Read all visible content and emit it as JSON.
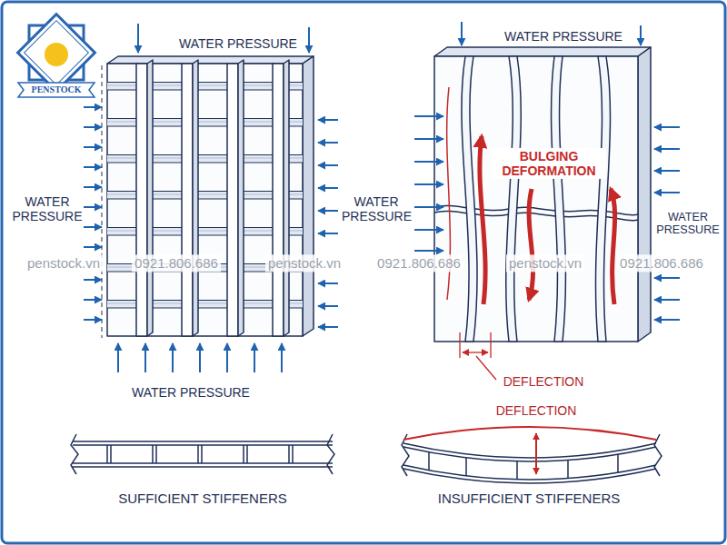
{
  "diagram": {
    "labels": [
      "PENSTOCK",
      "WATER PRESSURE",
      "WATER PRESSURE",
      "WATER PRESSURE",
      "WATER PRESSURE",
      "BULGING DEFORMATION",
      "WATER PRESSURE",
      "WATER PRESSURE",
      "DEFLECTION",
      "DEFLECTION",
      "SUFFICIENT STIFFENERS",
      "INSUFFICIENT STIFFENERS",
      "penstock.vn",
      "0921.806.686",
      "penstock.vn",
      "0921.806.686",
      "penstock.vn",
      "0921.806.686"
    ]
  }
}
